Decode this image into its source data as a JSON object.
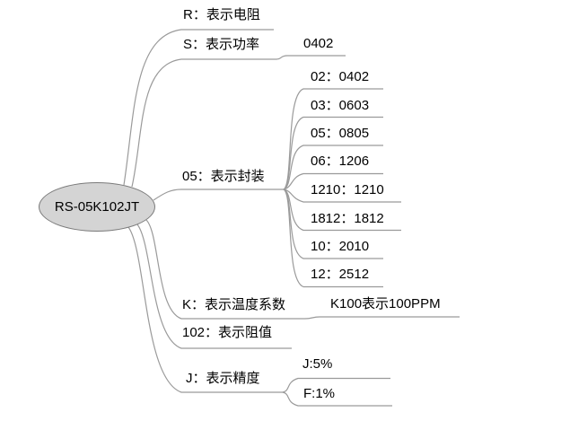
{
  "diagram": {
    "type": "mindmap",
    "background_color": "#ffffff",
    "line_color": "#9a9a9a",
    "text_color": "#000000",
    "root": {
      "label": "RS-05K102JT",
      "fill_color": "#d4d4d4",
      "border_color": "#7a7a7a"
    },
    "branches": [
      {
        "label": "R：表示电阻",
        "children": []
      },
      {
        "label": "S：表示功率",
        "children": [
          {
            "label": "0402"
          }
        ]
      },
      {
        "label": "05：表示封装",
        "children": [
          {
            "label": "02：0402"
          },
          {
            "label": "03：0603"
          },
          {
            "label": "05：0805"
          },
          {
            "label": "06：1206"
          },
          {
            "label": "1210：1210"
          },
          {
            "label": "1812：1812"
          },
          {
            "label": "10：2010"
          },
          {
            "label": "12：2512"
          }
        ]
      },
      {
        "label": "K：表示温度系数",
        "children": [
          {
            "label": "K100表示100PPM"
          }
        ]
      },
      {
        "label": "102：表示阻值",
        "children": []
      },
      {
        "label": "J：表示精度",
        "children": [
          {
            "label": "J:5%"
          },
          {
            "label": "F:1%"
          }
        ]
      }
    ]
  }
}
